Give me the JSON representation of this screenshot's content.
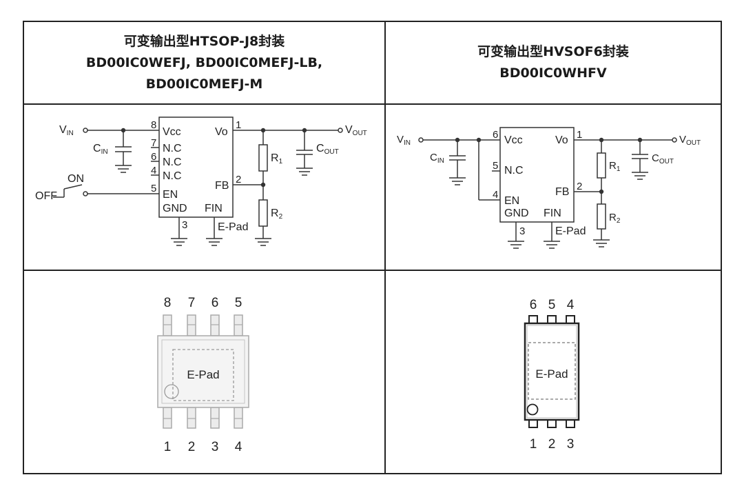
{
  "table": {
    "left_header": {
      "line1": "可变输出型HTSOP-J8封装",
      "line2": "BD00IC0WEFJ, BD00IC0MEFJ-LB,",
      "line3": "BD00IC0MEFJ-M"
    },
    "right_header": {
      "line1": "可变输出型HVSOF6封装",
      "line2": "BD00IC0WHFV"
    }
  },
  "labels": {
    "vin": "V",
    "vin_sub": "IN",
    "vout": "V",
    "vout_sub": "OUT",
    "cin": "C",
    "cin_sub": "IN",
    "cout": "C",
    "cout_sub": "OUT",
    "r1": "R",
    "r1_sub": "1",
    "r2": "R",
    "r2_sub": "2",
    "vcc": "Vcc",
    "vo": "Vo",
    "nc": "N.C",
    "en": "EN",
    "gnd": "GND",
    "fin": "FIN",
    "fb": "FB",
    "epad": "E-Pad",
    "on": "ON",
    "off": "OFF"
  },
  "htsop_schematic_pins": {
    "vcc": "8",
    "nc7": "7",
    "nc6": "6",
    "nc4": "4",
    "en": "5",
    "vo": "1",
    "fb": "2",
    "gnd": "3"
  },
  "hvsof_schematic_pins": {
    "vcc": "6",
    "nc": "5",
    "en": "4",
    "vo": "1",
    "fb": "2",
    "gnd": "3"
  },
  "htsop_package": {
    "top_pins": [
      "8",
      "7",
      "6",
      "5"
    ],
    "bottom_pins": [
      "1",
      "2",
      "3",
      "4"
    ],
    "pad_label": "E-Pad"
  },
  "hvsof_package": {
    "top_pins": [
      "6",
      "5",
      "4"
    ],
    "bottom_pins": [
      "1",
      "2",
      "3"
    ],
    "pad_label": "E-Pad"
  }
}
